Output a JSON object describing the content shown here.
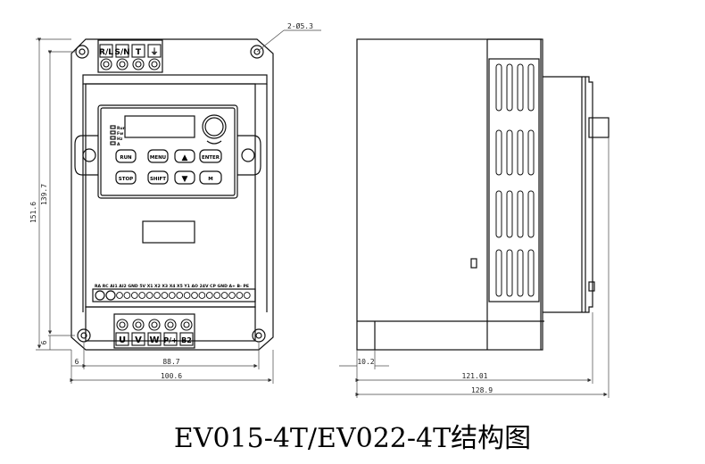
{
  "caption": "EV015-4T/EV022-4T结构图",
  "dimensions": {
    "hole_note": "2-Ø5.3",
    "front_height": "151.6",
    "front_mount_height": "139.7",
    "front_bottom_offset": "6",
    "front_left_offset": "6",
    "front_mount_width": "88.7",
    "front_width": "100.6",
    "side_offset": "10.2",
    "side_depth_a": "121.01",
    "side_depth_b": "128.9"
  },
  "top_terminals": [
    "R/L",
    "S/N",
    "T",
    "⏚"
  ],
  "bottom_terminals": [
    "U",
    "V",
    "W",
    "P/+",
    "B2"
  ],
  "leds": [
    "Run",
    "Fw",
    "Hz",
    "A"
  ],
  "keys": {
    "run": "RUN",
    "menu": "MENU",
    "up": "▲",
    "enter": "ENTER",
    "stop": "STOP",
    "shift": "SHIFT",
    "down": "▼",
    "m": "M"
  },
  "control_labels": "RA  RC     AI1 AI2 GND 5V  X1 X2 X3 X4 X5 Y1 AO 24V CP GND A+ B- PE"
}
